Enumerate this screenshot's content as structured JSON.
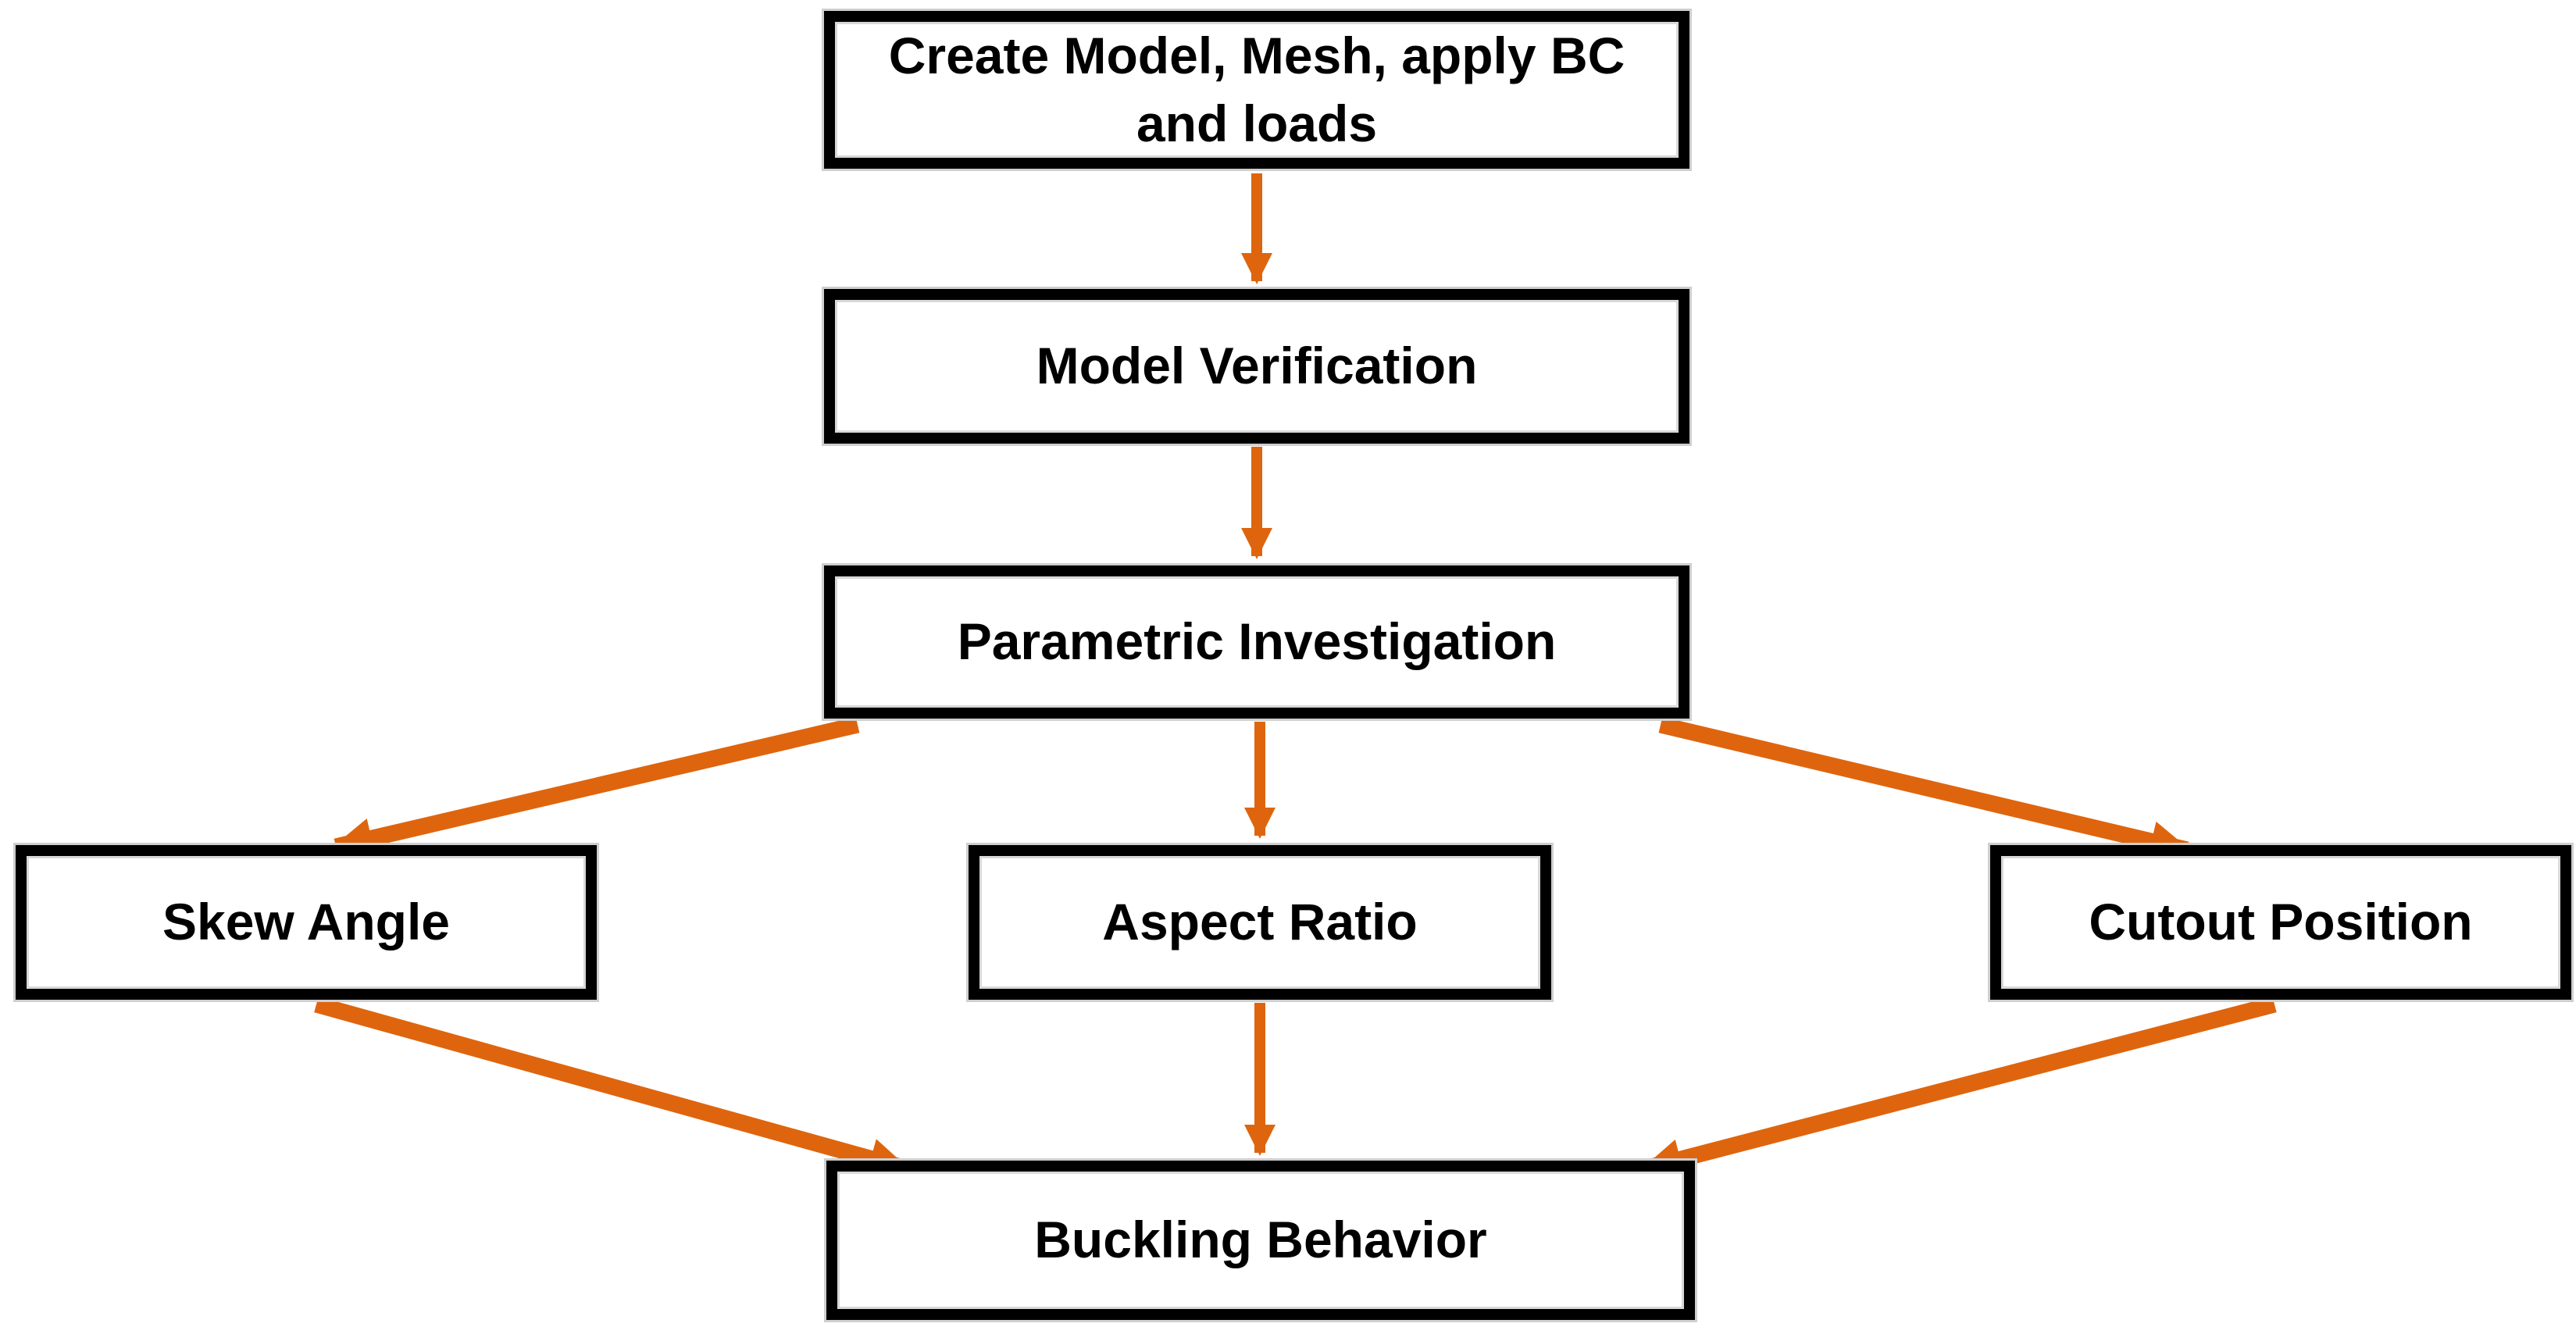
{
  "diagram": {
    "type": "flowchart",
    "background": "#FFFFFF",
    "nodes": [
      {
        "id": "create-model",
        "label": "Create Model, Mesh, apply BC and loads"
      },
      {
        "id": "model-verification",
        "label": "Model Verification"
      },
      {
        "id": "parametric-investigation",
        "label": "Parametric Investigation"
      },
      {
        "id": "skew-angle",
        "label": "Skew Angle"
      },
      {
        "id": "aspect-ratio",
        "label": "Aspect Ratio"
      },
      {
        "id": "cutout-position",
        "label": "Cutout Position"
      },
      {
        "id": "buckling-behavior",
        "label": "Buckling Behavior"
      }
    ],
    "edges": [
      {
        "from": "create-model",
        "to": "model-verification",
        "style": "vertical"
      },
      {
        "from": "model-verification",
        "to": "parametric-investigation",
        "style": "vertical"
      },
      {
        "from": "parametric-investigation",
        "to": "skew-angle",
        "style": "diagonal"
      },
      {
        "from": "parametric-investigation",
        "to": "aspect-ratio",
        "style": "vertical"
      },
      {
        "from": "parametric-investigation",
        "to": "cutout-position",
        "style": "diagonal"
      },
      {
        "from": "skew-angle",
        "to": "buckling-behavior",
        "style": "diagonal"
      },
      {
        "from": "aspect-ratio",
        "to": "buckling-behavior",
        "style": "vertical"
      },
      {
        "from": "cutout-position",
        "to": "buckling-behavior",
        "style": "diagonal"
      }
    ],
    "colors": {
      "arrow": "#DE650E",
      "box_border": "#000000",
      "box_fill": "#FFFFFF",
      "text": "#000000",
      "background": "#FFFFFF"
    }
  }
}
